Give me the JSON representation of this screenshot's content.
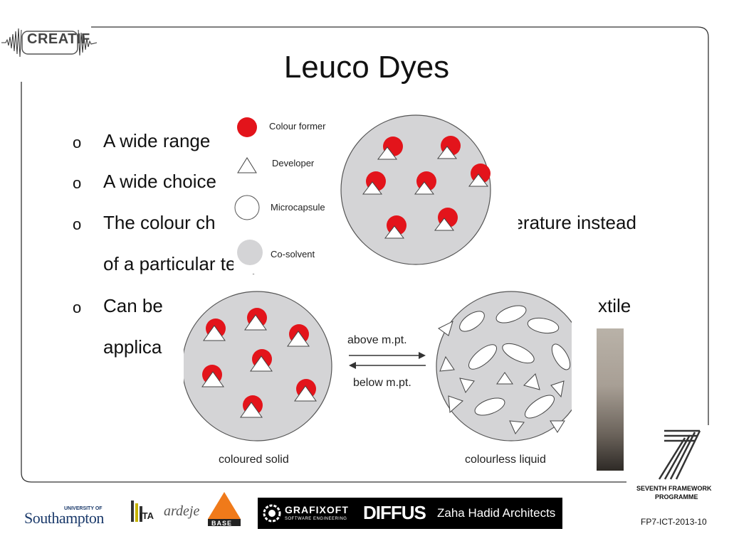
{
  "slide": {
    "title": "Leuco Dyes",
    "brand": "CREATIF",
    "bullets": [
      {
        "line1": "A wide range",
        "line2": ""
      },
      {
        "line1": "A wide choice",
        "line2": ""
      },
      {
        "line1": "The colour ch",
        "line1_end": "perature instead",
        "line2": "of a particular temperature"
      },
      {
        "line1": "Can be",
        "line1_end": "xtile",
        "line2": "applica"
      }
    ]
  },
  "legend": {
    "colour_former": "Colour former",
    "developer": "Developer",
    "microcapsule": "Microcapsule",
    "co_solvent": "Co-solvent"
  },
  "diagram": {
    "above": "above m.pt.",
    "below": "below m.pt.",
    "left_caption": "coloured solid",
    "right_caption": "colourless liquid"
  },
  "footer": {
    "southampton_small": "UNIVERSITY OF",
    "southampton": "Southampton",
    "ita": "ITA",
    "ardeje": "ardeje",
    "base": "BASE",
    "grafixoft": "GRAFIXOFT",
    "grafixoft_sub": "SOFTWARE ENGINEERING",
    "diffus": "DIFFUS",
    "zaha": "Zaha Hadid Architects",
    "fp7_line1": "SEVENTH FRAMEWORK",
    "fp7_line2": "PROGRAMME",
    "code": "FP7-ICT-2013-10"
  },
  "colors": {
    "red": "#e3141b",
    "grey": "#d4d4d6",
    "logo_blue": "#1b3a6b"
  }
}
